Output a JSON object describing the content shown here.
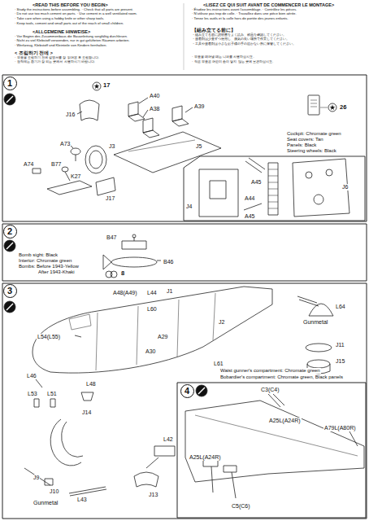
{
  "diagram": {
    "nodes": [
      {
        "text": [
          "1"
        ]
      },
      {
        "text": [
          "2"
        ]
      },
      {
        "text": [
          "3"
        ]
      },
      {
        "text": [
          "4"
        ]
      }
    ],
    "labels": [
      "<READ THIS BEFORE YOU BEGIN>",
      "· Study the instructions before assembling. · Check that all parts are present.",
      "· Do not use too much cement on parts. · Use cement in a well ventilated room.",
      "· Take care when using a hobby knife or other sharp tools.",
      "· Keep tools, cement and small parts out of the reach of small children.",
      "<ALLGEMEINE HINWEISE>",
      "· Vor Beginn des Zusammenbaus die Bauanleitung sorgfältig durchlesen.",
      "· Nicht zu viel Klebstoff verwenden, nur in gut gelüfteten Räumen arbeiten.",
      "· Werkzeug, Klebstoff und Kleinteile von Kindern fernhalten.",
      "< 조립하기 전에 >",
      "· 부품을 조립하기 전에 설명서를 잘 읽어본 후 조립합니다.",
      "· 접착제는 환기가 잘 되는 곳에서 사용하시기 바랍니다.",
      "<LISEZ CE QUI SUIT AVANT DE COMMENCER LE MONTAGE>",
      "· Étudiez les instructions avant l'assemblage. · Contrôlez les pièces.",
      "· N'utilisez pas trop de colle. · Travaillez dans une pièce bien aérée.",
      "· Tenez les outils et la colle hors de portée des jeunes enfants.",
      "【組み立てる前に】",
      "・組み立てる前に説明書をよく読み、部品を確認してください。",
      "・接着剤は少量ずつ使用し、換気の良い場所で作業してください。",
      "・工具や接着剤は小さなお子様の手の届かない所に保管してください。",
      "· 부품을 떼어낼 때는 니퍼를 사용하십시오.",
      "· 작은 부품은 어린이 손이 닿지 않는 곳에 보관하십시오.",
      "17",
      "J16",
      "A40",
      "A38",
      "A39",
      "A73",
      "J3",
      "J5",
      "A74",
      "B77",
      "K27",
      "J17",
      "26",
      "Cockpit: Chromate green",
      "Seat covers: Tan",
      "Panels: Black",
      "Steering wheels: Black",
      "J6",
      "A45",
      "J4",
      "A44",
      "A45",
      "B47",
      "B46",
      "8",
      "Bomb sight: Black",
      "Interior: Chromate green",
      "Bombs: Before 1943-Yellow",
      "After 1943-Khaki",
      "A48(A49)",
      "L44",
      "J1",
      "L64",
      "Gunmetal",
      "L60",
      "L54(L55)",
      "A29",
      "J2",
      "A30",
      "J11",
      "J15",
      "L61",
      "Waist gunner's compartment: Chromate green",
      "Bobardier's compartment: Chromate green, Black panels",
      "L46",
      "L53",
      "L51",
      "L48",
      "J14",
      "L42",
      "J13",
      "J9",
      "J10",
      "L43",
      "Gunmetal",
      "C3(C4)",
      "A25L(A24R)",
      "A79L(A80R)",
      "A25L(A24R)",
      "C5(C6)"
    ]
  }
}
